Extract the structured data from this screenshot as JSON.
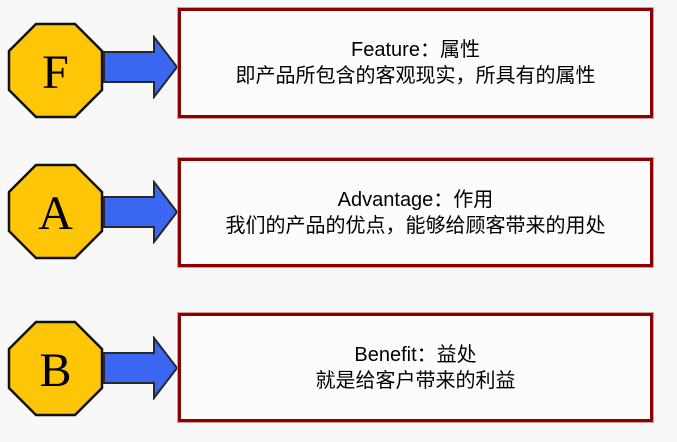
{
  "diagram": {
    "name": "FAB",
    "colors": {
      "background": "#f8f8f8",
      "octagon_fill": "#ffc608",
      "octagon_stroke": "#111111",
      "arrow_fill": "#3b66f2",
      "arrow_stroke": "#26282b",
      "box_border": "#8b0000",
      "box_background": "#fcfcfc",
      "text": "#000000"
    },
    "rows": [
      {
        "letter": "F",
        "title": "Feature：属性",
        "description": "即产品所包含的客观现实，所具有的属性"
      },
      {
        "letter": "A",
        "title": "Advantage：作用",
        "description": "我们的产品的优点，能够给顾客带来的用处"
      },
      {
        "letter": "B",
        "title": "Benefit：益处",
        "description": "就是给客户带来的利益"
      }
    ]
  }
}
